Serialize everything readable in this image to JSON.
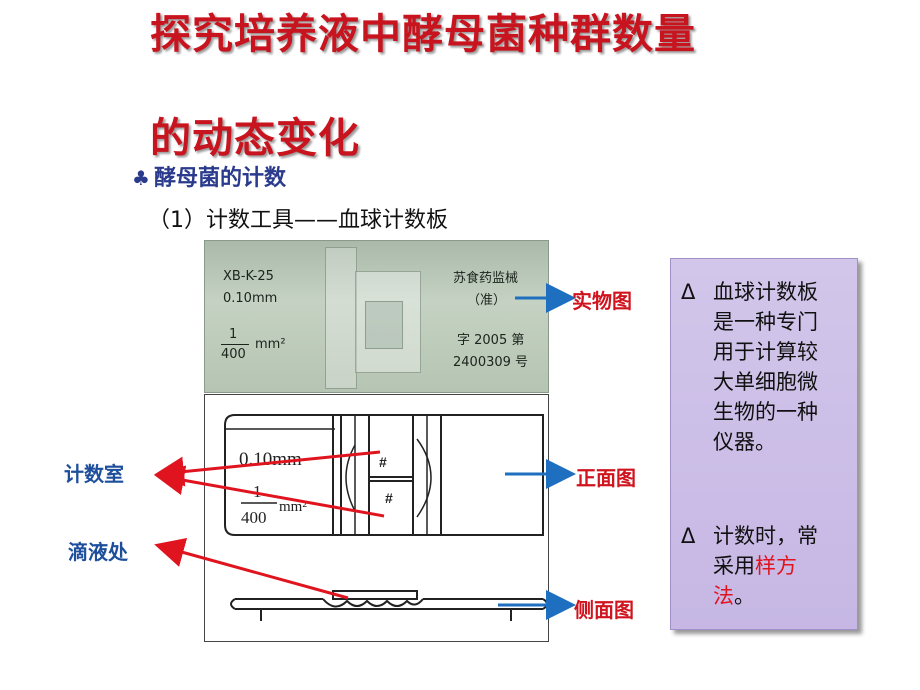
{
  "title": {
    "line1": "探究培养液中酵母菌种群数量",
    "line2": "的动态变化"
  },
  "bullet": {
    "icon": "club-icon",
    "text": "酵母菌的计数"
  },
  "subheading": "（1）计数工具——血球计数板",
  "photo": {
    "left_text": [
      "XB-K-25",
      "0.10mm"
    ],
    "fraction_num": "1",
    "fraction_den": "400",
    "unit": "mm²",
    "right_text": [
      "苏食药监械",
      "（准）",
      "字 2005 第",
      "2400309 号"
    ]
  },
  "drawing": {
    "depth": "0.10mm",
    "fraction_num": "1",
    "fraction_den": "400",
    "unit": "mm²",
    "marks": [
      "#",
      "#"
    ]
  },
  "labels": {
    "photo": "实物图",
    "front": "正面图",
    "side": "侧面图",
    "chamber": "计数室",
    "drop": "滴液处"
  },
  "info": {
    "p1_symbol": "Δ",
    "p1": "血球计数板是一种专门用于计算较大单细胞微生物的一种仪器。",
    "p2_symbol": "Δ",
    "p2_pre": "计数时，常采用",
    "p2_hl": "样方法",
    "p2_post": "。"
  },
  "colors": {
    "title": "#c8141e",
    "label_red": "#d0141e",
    "label_blue": "#1d4f9c",
    "arrow_blue": "#1e6fc0",
    "arrow_red": "#e0141e",
    "box": "#c9bbe6"
  }
}
